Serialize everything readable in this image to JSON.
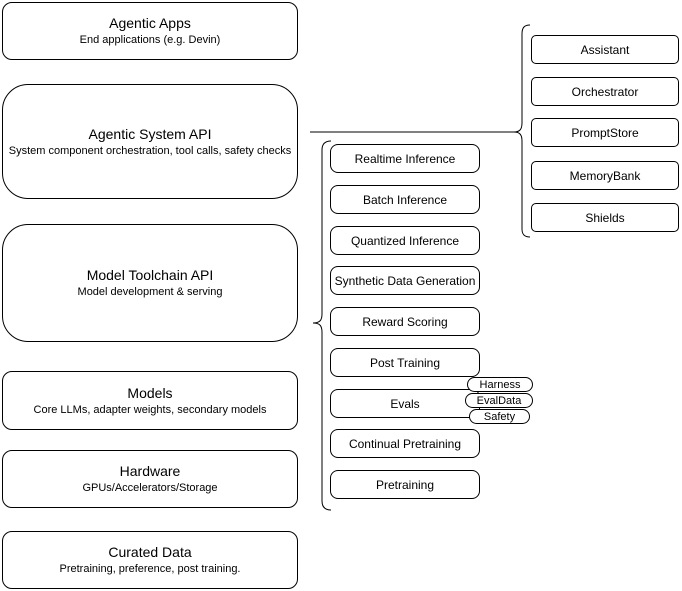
{
  "diagram": {
    "layers": [
      {
        "title": "Agentic Apps",
        "subtitle": "End applications (e.g. Devin)"
      },
      {
        "title": "Agentic System API",
        "subtitle": "System component orchestration, tool calls, safety checks"
      },
      {
        "title": "Model Toolchain API",
        "subtitle": "Model development & serving"
      },
      {
        "title": "Models",
        "subtitle": "Core LLMs, adapter weights, secondary models"
      },
      {
        "title": "Hardware",
        "subtitle": "GPUs/Accelerators/Storage"
      },
      {
        "title": "Curated Data",
        "subtitle": "Pretraining, preference, post training."
      }
    ],
    "toolchain_services": [
      "Realtime Inference",
      "Batch Inference",
      "Quantized Inference",
      "Synthetic Data Generation",
      "Reward Scoring",
      "Post Training",
      "Evals",
      "Continual Pretraining",
      "Pretraining"
    ],
    "evals_tags": [
      "Harness",
      "EvalData",
      "Safety"
    ],
    "system_components": [
      "Assistant",
      "Orchestrator",
      "PromptStore",
      "MemoryBank",
      "Shields"
    ],
    "colors": {
      "stroke": "#000000",
      "node_fill": "#ffffff",
      "text": "#000000",
      "background": "#ffffff"
    }
  }
}
